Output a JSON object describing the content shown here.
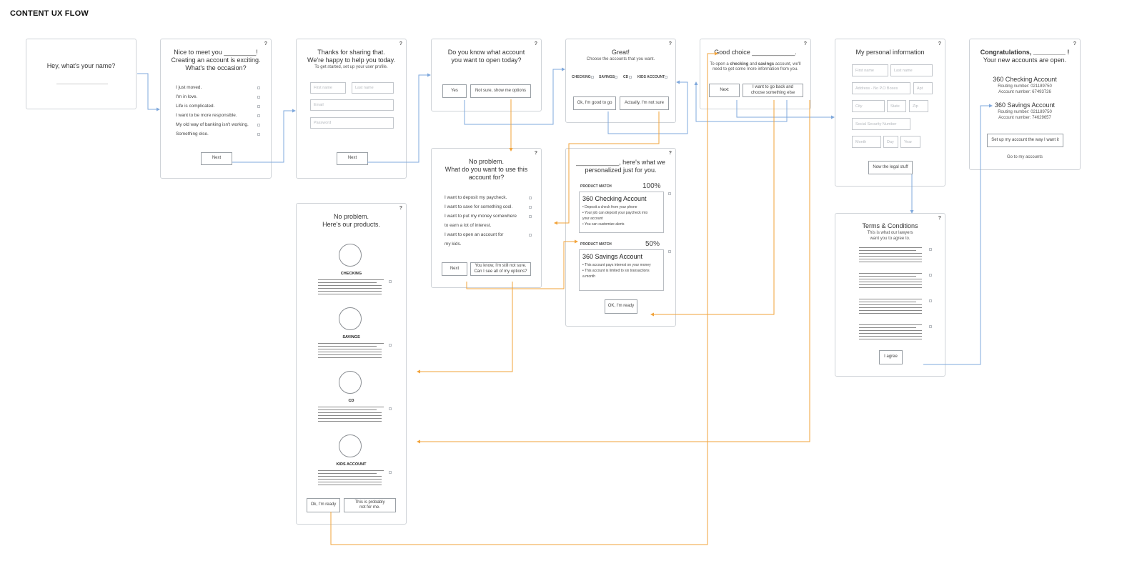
{
  "title": "CONTENT UX FLOW",
  "help": "?",
  "colors": {
    "blue": "#7fa8dc",
    "orange": "#f2a33a",
    "border": "#cfd3d8"
  },
  "name_card": {
    "question": "Hey, what's your name?"
  },
  "occasion_card": {
    "title": "Nice to meet you _________!\nCreating an account is exciting.\nWhat's the occasion?",
    "options": [
      "I just moved.",
      "I'm in love.",
      "Life is complicated.",
      "I want to be more responsible.",
      "My old way of banking isn't working.",
      "Something else."
    ],
    "next": "Next"
  },
  "profile_card": {
    "title": "Thanks for sharing that.\nWe're happy to help you today.",
    "subtitle": "To get started, set up your user profile.",
    "first_name": "First name",
    "last_name": "Last name",
    "email": "Email",
    "password": "Password",
    "next": "Next"
  },
  "know_card": {
    "title": "Do you know what account\nyou want to open today?",
    "yes": "Yes",
    "not_sure": "Not sure, show me options"
  },
  "great_card": {
    "title": "Great!",
    "subtitle": "Choose the accounts that you want.",
    "accounts": [
      "CHECKING",
      "SAVINGS",
      "CD",
      "KIDS ACCOUNT"
    ],
    "good": "Ok, I'm good to go",
    "not_sure": "Actually, I'm not sure"
  },
  "choice_card": {
    "title": "Good choice ____________.",
    "sub_line1_a": "To open a ",
    "sub_checking": "checking",
    "sub_line1_b": " and ",
    "sub_savings": "savings",
    "sub_line1_c": " account, we'll",
    "sub_line2": "need to get some more information from you.",
    "next": "Next",
    "go_back": "I want to go back and\nchoose something else"
  },
  "personal_card": {
    "title": "My personal information",
    "first_name": "First name",
    "last_name": "Last name",
    "address": "Address - No P.O Boxes",
    "apt": "Apt",
    "city": "City",
    "state": "State",
    "zip": "Zip",
    "ssn": "Social Security Number",
    "month": "Month",
    "day": "Day",
    "year": "Year",
    "legal": "Now the legal stuff"
  },
  "congrats_card": {
    "title": "Congratulations, _________ !",
    "subtitle": "Your new accounts are open.",
    "checking_name": "360 Checking Account",
    "checking_routing": "Routing number: 021189750",
    "checking_account": "Account number: 67493726",
    "savings_name": "360 Savings Account",
    "savings_routing": "Routing number: 021189750",
    "savings_account": "Account number: 74629657",
    "setup": "Set up my account the way I want it",
    "goto": "Go to my accounts"
  },
  "use_card": {
    "title": "No problem.\nWhat do you want to use this\naccount for?",
    "options": [
      "I want to deposit my paycheck.",
      "I want to save for something cool.",
      "I want to put my money somewhere",
      "to earn a lot of interest.",
      "I want to open an account for",
      "my kids."
    ],
    "next": "Next",
    "unsure": "You know, I'm still not sure.\nCan I see all of my options?"
  },
  "personalized_card": {
    "title": "____________, here's what we\npersonalized just for you.",
    "match_label": "PRODUCT MATCH",
    "match1": "100%",
    "product1": "360 Checking Account",
    "product1_bullets": [
      "• Deposit a check from your phone",
      "• Your job can deposit your paycheck into",
      "   your account",
      "• You can customize alerts"
    ],
    "match2": "50%",
    "product2": "360 Savings Account",
    "product2_bullets": [
      "• This account pays interest on your money",
      "• This account is limited to six transactions",
      "   a month"
    ],
    "ready": "OK, I'm ready"
  },
  "products_card": {
    "title": "No problem.\nHere's our products.",
    "products": [
      "CHECKING",
      "SAVINGS",
      "CD",
      "KIDS ACCOUNT"
    ],
    "ready": "Ok, I'm ready",
    "not_for_me": "This is probably\nnot for me."
  },
  "terms_card": {
    "title": "Terms & Conditions",
    "subtitle": "This is what our lawyers\nwant you to agree to.",
    "agree": "I agree"
  }
}
